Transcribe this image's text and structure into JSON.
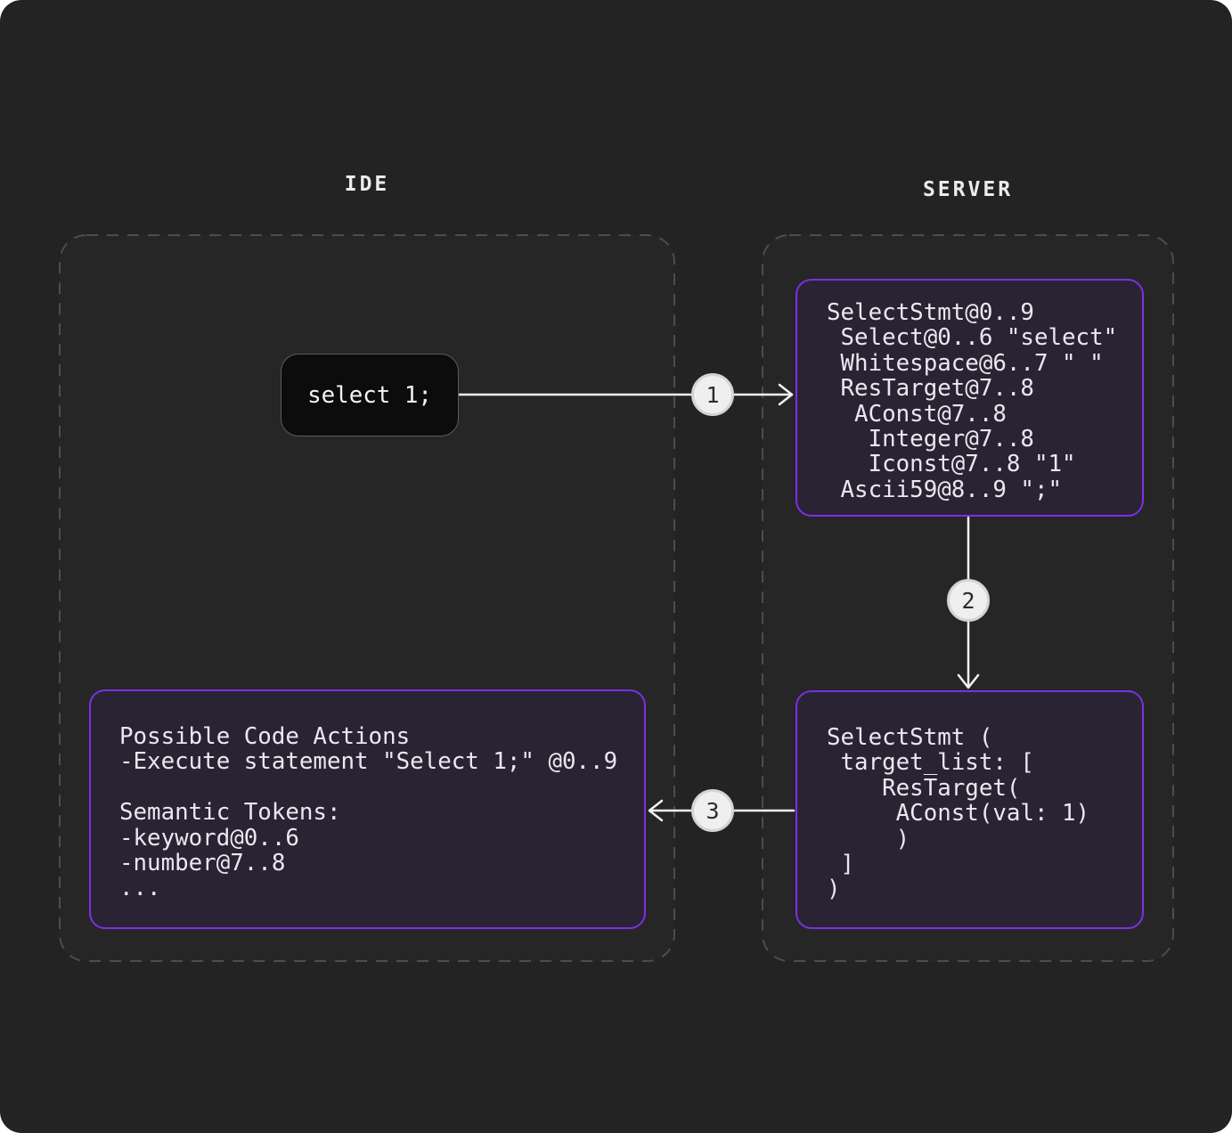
{
  "ide": {
    "label": "IDE",
    "source_box": {
      "code": "select 1;"
    },
    "results_box": {
      "lines": [
        "Possible Code Actions",
        "-Execute statement \"Select 1;\" @0..9",
        "",
        "Semantic Tokens:",
        "-keyword@0..6",
        "-number@7..8",
        "..."
      ]
    }
  },
  "server": {
    "label": "SERVER",
    "cst_box": {
      "lines": [
        "SelectStmt@0..9",
        " Select@0..6 \"select\"",
        " Whitespace@6..7 \" \"",
        " ResTarget@7..8",
        "  AConst@7..8",
        "   Integer@7..8",
        "   Iconst@7..8 \"1\"",
        " Ascii59@8..9 \";\""
      ]
    },
    "ast_box": {
      "lines": [
        "SelectStmt (",
        " target_list: [",
        "    ResTarget(",
        "     AConst(val: 1)",
        "     )",
        " ]",
        ")"
      ]
    }
  },
  "steps": [
    {
      "label": "1"
    },
    {
      "label": "2"
    },
    {
      "label": "3"
    }
  ],
  "colors": {
    "page_background": "#232323",
    "zone_background": "#262626",
    "zone_dashed_border": "#4d4d4d",
    "accent_purple": "#7e2fe3",
    "code_box_background": "#2a2334",
    "input_box_background": "#0c0c0c",
    "text": "#eae8ef",
    "arrow": "#f2f2f2",
    "badge_background": "#efefef",
    "badge_border": "#d4d4d4",
    "badge_text": "#2c2c2c"
  }
}
